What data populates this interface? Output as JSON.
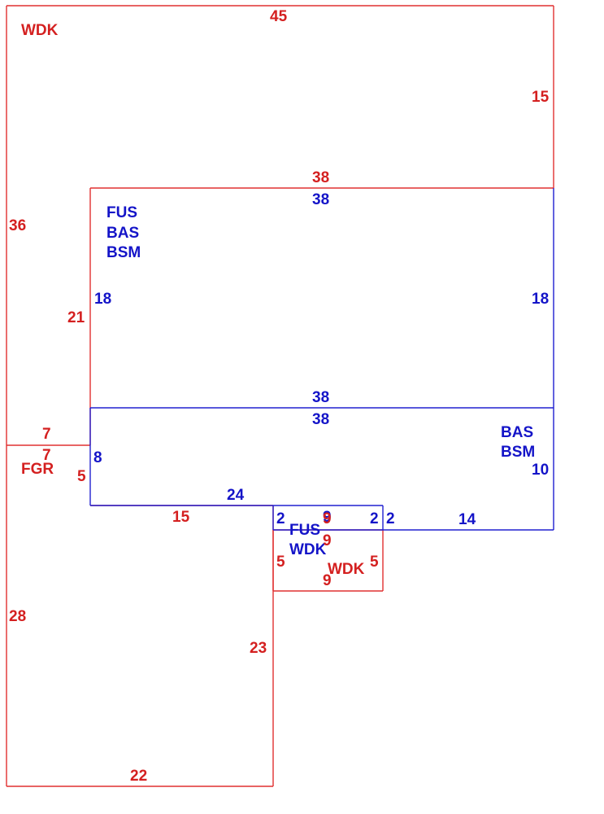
{
  "colors": {
    "red": "#d42020",
    "blue": "#1414c8"
  },
  "areas": {
    "wdk_main": {
      "code": "WDK",
      "dims": {
        "top": "45",
        "right_upper": "15",
        "left_upper": "36",
        "step_top": "38",
        "step_left": "21",
        "step_bottom": "7"
      }
    },
    "fus_upper": {
      "codes": [
        "FUS",
        "BAS",
        "BSM"
      ],
      "dims": {
        "top": "38",
        "left": "18",
        "right": "18",
        "bottom": "38"
      }
    },
    "bas_lower": {
      "codes": [
        "BAS",
        "BSM"
      ],
      "dims": {
        "top": "38",
        "left": "8",
        "right": "10",
        "bottom_left": "24",
        "notch_left": "2",
        "notch_top": "9",
        "notch_right": "2",
        "bottom_right_side": "2",
        "bottom_right": "14"
      }
    },
    "fus_small": {
      "codes": [
        "FUS",
        "WDK"
      ]
    },
    "wdk_small": {
      "code": "WDK",
      "dims": {
        "top": "9",
        "left": "5",
        "right": "5",
        "bottom": "9"
      }
    },
    "fgr": {
      "code": "FGR",
      "dims": {
        "top": "7",
        "right_upper": "5",
        "top_right": "15",
        "right_lower": "23",
        "bottom": "22",
        "left": "28"
      }
    }
  }
}
